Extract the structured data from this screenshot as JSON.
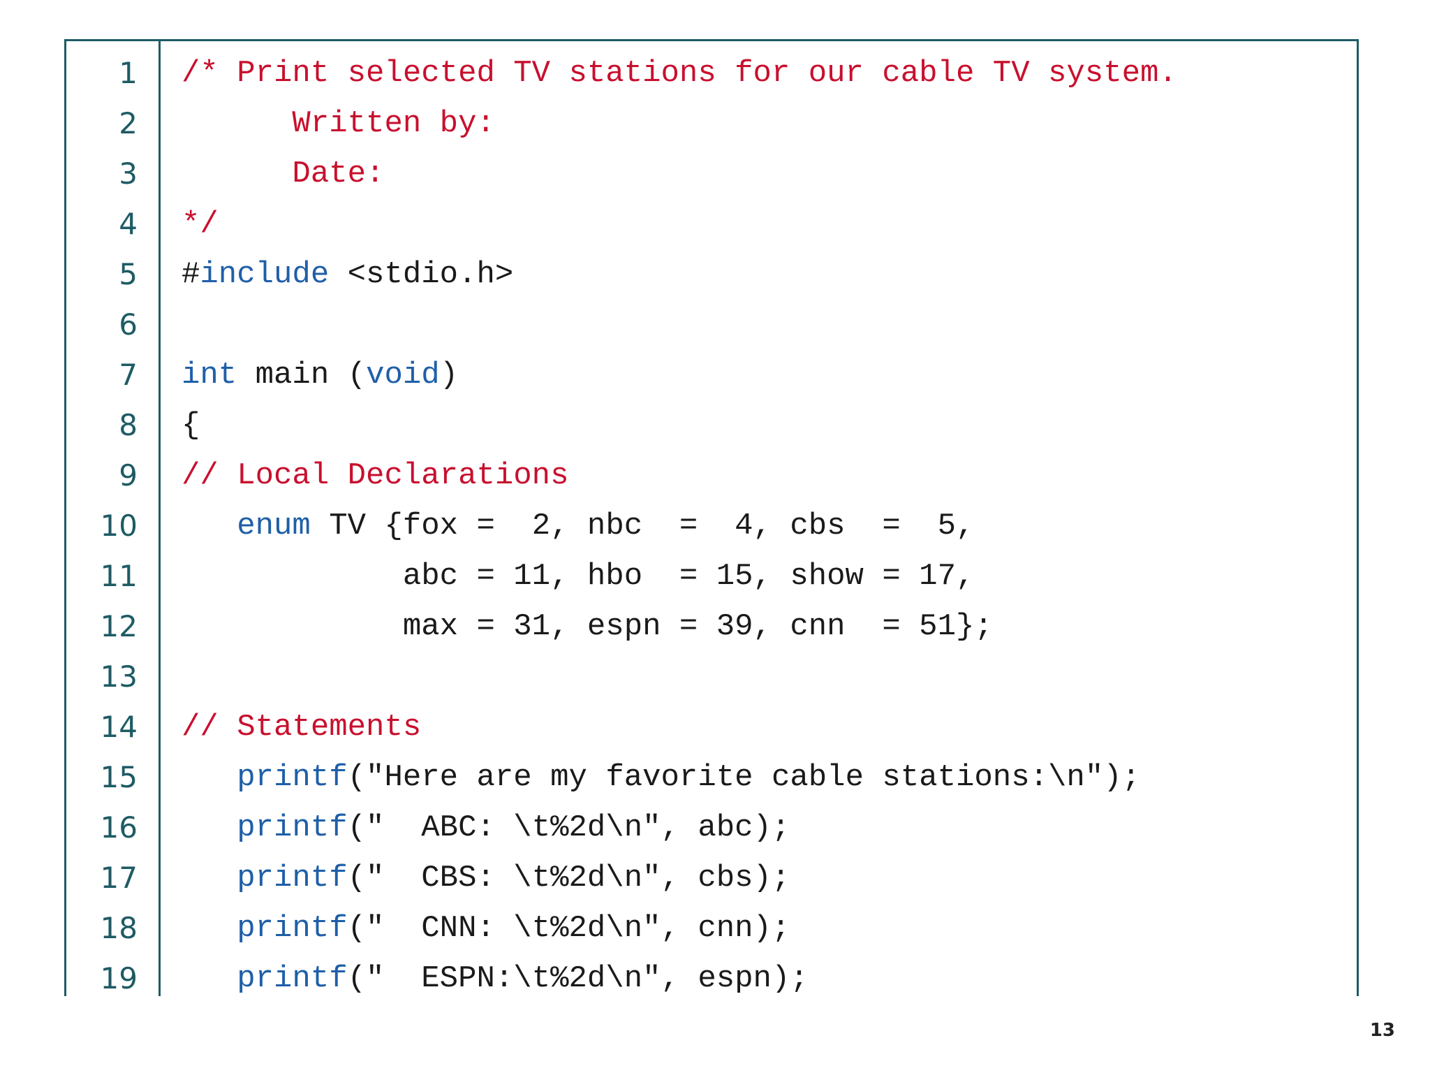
{
  "code": {
    "lines": [
      {
        "num": "1",
        "tokens": [
          {
            "t": "comment",
            "v": "/* Print selected TV stations for our cable TV system."
          }
        ]
      },
      {
        "num": "2",
        "tokens": [
          {
            "t": "comment",
            "v": "      Written by:"
          }
        ]
      },
      {
        "num": "3",
        "tokens": [
          {
            "t": "comment",
            "v": "      Date:"
          }
        ]
      },
      {
        "num": "4",
        "tokens": [
          {
            "t": "comment",
            "v": "*/"
          }
        ]
      },
      {
        "num": "5",
        "tokens": [
          {
            "t": "plain",
            "v": "#"
          },
          {
            "t": "keyword",
            "v": "include"
          },
          {
            "t": "plain",
            "v": " <stdio.h>"
          }
        ]
      },
      {
        "num": "6",
        "tokens": []
      },
      {
        "num": "7",
        "tokens": [
          {
            "t": "keyword",
            "v": "int"
          },
          {
            "t": "plain",
            "v": " main ("
          },
          {
            "t": "keyword",
            "v": "void"
          },
          {
            "t": "plain",
            "v": ")"
          }
        ]
      },
      {
        "num": "8",
        "tokens": [
          {
            "t": "plain",
            "v": "{"
          }
        ]
      },
      {
        "num": "9",
        "tokens": [
          {
            "t": "comment",
            "v": "// Local Declarations"
          }
        ]
      },
      {
        "num": "10",
        "tokens": [
          {
            "t": "plain",
            "v": "   "
          },
          {
            "t": "keyword",
            "v": "enum"
          },
          {
            "t": "plain",
            "v": " TV {fox =  2, nbc  =  4, cbs  =  5,"
          }
        ]
      },
      {
        "num": "11",
        "tokens": [
          {
            "t": "plain",
            "v": "            abc = 11, hbo  = 15, show = 17,"
          }
        ]
      },
      {
        "num": "12",
        "tokens": [
          {
            "t": "plain",
            "v": "            max = 31, espn = 39, cnn  = 51};"
          }
        ]
      },
      {
        "num": "13",
        "tokens": []
      },
      {
        "num": "14",
        "tokens": [
          {
            "t": "comment",
            "v": "// Statements"
          }
        ]
      },
      {
        "num": "15",
        "tokens": [
          {
            "t": "plain",
            "v": "   "
          },
          {
            "t": "keyword",
            "v": "printf"
          },
          {
            "t": "plain",
            "v": "(\"Here are my favorite cable stations:\\n\");"
          }
        ]
      },
      {
        "num": "16",
        "tokens": [
          {
            "t": "plain",
            "v": "   "
          },
          {
            "t": "keyword",
            "v": "printf"
          },
          {
            "t": "plain",
            "v": "(\"  ABC: \\t%2d\\n\", abc);"
          }
        ]
      },
      {
        "num": "17",
        "tokens": [
          {
            "t": "plain",
            "v": "   "
          },
          {
            "t": "keyword",
            "v": "printf"
          },
          {
            "t": "plain",
            "v": "(\"  CBS: \\t%2d\\n\", cbs);"
          }
        ]
      },
      {
        "num": "18",
        "tokens": [
          {
            "t": "plain",
            "v": "   "
          },
          {
            "t": "keyword",
            "v": "printf"
          },
          {
            "t": "plain",
            "v": "(\"  CNN: \\t%2d\\n\", cnn);"
          }
        ]
      },
      {
        "num": "19",
        "tokens": [
          {
            "t": "plain",
            "v": "   "
          },
          {
            "t": "keyword",
            "v": "printf"
          },
          {
            "t": "plain",
            "v": "(\"  ESPN:\\t%2d\\n\", espn);"
          }
        ]
      }
    ]
  },
  "footer": {
    "page_number": "13"
  },
  "colors": {
    "comment": "#c8102e",
    "keyword": "#1f5fa8",
    "text": "#1a1a1a",
    "frame": "#1e5b64"
  }
}
